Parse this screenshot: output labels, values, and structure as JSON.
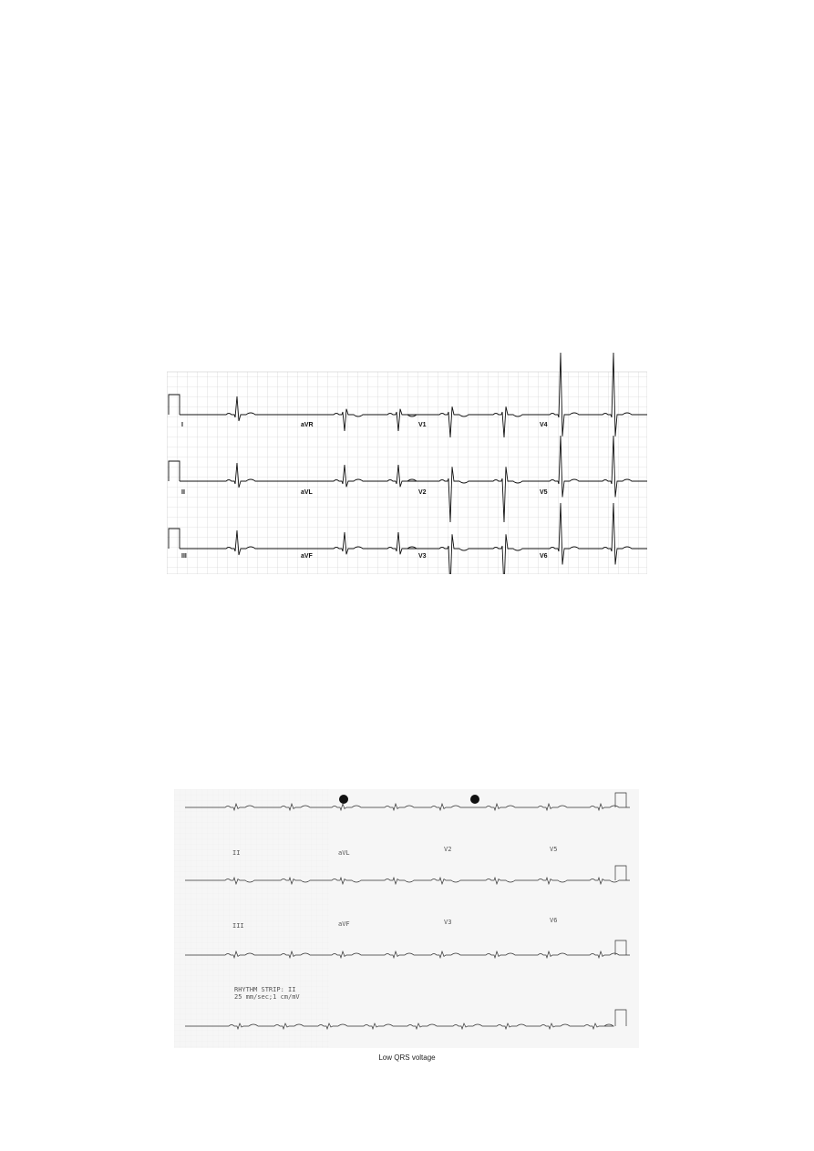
{
  "figure1": {
    "rows": [
      [
        "I",
        "aVR",
        "V1",
        "V4"
      ],
      [
        "II",
        "aVL",
        "V2",
        "V5"
      ],
      [
        "III",
        "aVF",
        "V3",
        "V6"
      ]
    ]
  },
  "figure2": {
    "rows": [
      [
        "",
        "",
        "",
        ""
      ],
      [
        "II",
        "aVL",
        "V2",
        "V5"
      ],
      [
        "III",
        "aVF",
        "V3",
        "V6"
      ]
    ],
    "strip_line1": "RHYTHM STRIP: II",
    "strip_line2": "25 mm/sec;1 cm/mV"
  },
  "caption": "Low QRS voltage"
}
